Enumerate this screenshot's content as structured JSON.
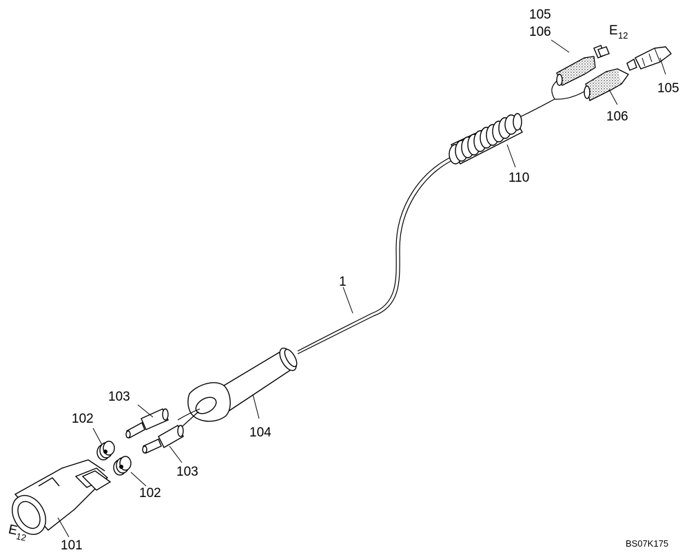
{
  "figure_code": "BS07K175",
  "callouts": {
    "c1": "1",
    "c101": "101",
    "c102a": "102",
    "c102b": "102",
    "c103a": "103",
    "c103b": "103",
    "c104": "104",
    "c105a": "105",
    "c105b": "105",
    "c106a": "106",
    "c106b": "106",
    "c110": "110"
  },
  "connector_ids": {
    "top_main": "E",
    "top_sub": "12",
    "bottom_main": "E",
    "bottom_sub": "12"
  }
}
